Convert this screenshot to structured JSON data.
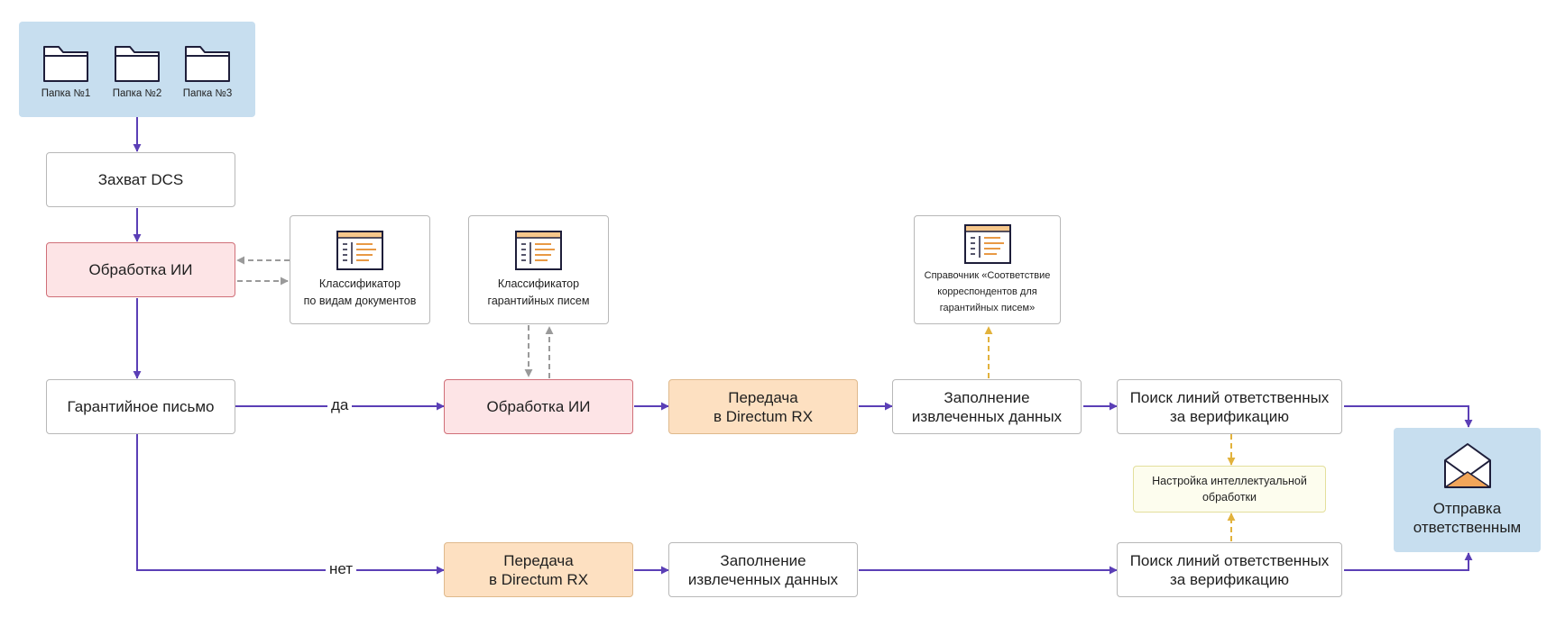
{
  "folders": [
    "Папка №1",
    "Папка №2",
    "Папка №3"
  ],
  "nodes": {
    "capture": "Захват DCS",
    "ai_processing_1": "Обработка ИИ",
    "guarantee_letter": "Гарантийное письмо",
    "ai_processing_2": "Обработка ИИ",
    "transfer_yes": "Передача\nв Directum RX",
    "fill_yes": "Заполнение\nизвлеченных данных",
    "search_yes": "Поиск линий ответственных\nза верификацию",
    "transfer_no": "Передача\nв Directum RX",
    "fill_no": "Заполнение\nизвлеченных данных",
    "search_no": "Поиск линий ответственных\nза верификацию",
    "ai_settings": "Настройка интеллектуальной\nобработки",
    "send": "Отправка\nответственным"
  },
  "resources": {
    "doc_classifier": "Классификатор\nпо видам документов",
    "guarantee_classifier": "Классификатор\nгарантийных писем",
    "correspondents_directory": "Справочник «Соответствие\nкорреспондентов для\nгарантийных писем»"
  },
  "edge_labels": {
    "yes": "да",
    "no": "нет"
  },
  "icons": {
    "folder": "folder-icon",
    "directory": "directory-icon",
    "envelope": "envelope-icon"
  },
  "colors": {
    "flow_arrow": "#5b3fb6",
    "classifier_link": "#9a9a9a",
    "settings_link": "#e2b23c",
    "panel": "#c7deef",
    "ai_box": "#fde4e6",
    "transfer_box": "#fde0c1",
    "settings_box": "#fdfdee"
  }
}
